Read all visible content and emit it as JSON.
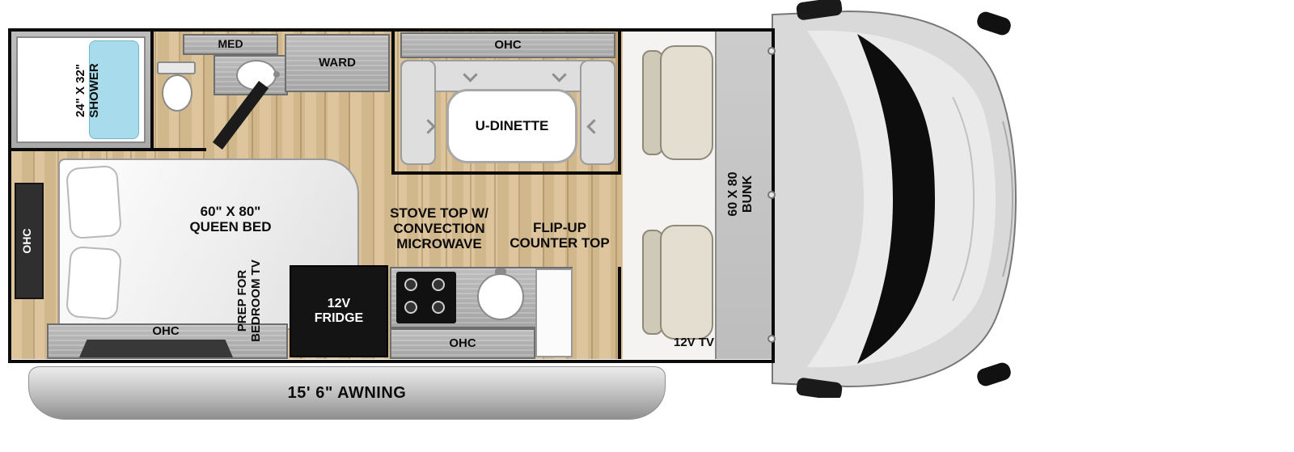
{
  "diagram": {
    "type": "rv-floorplan-top-view"
  },
  "labels": {
    "shower": "24\" X 32\"\nSHOWER",
    "med": "MED",
    "ward": "WARD",
    "dinette_ohc": "OHC",
    "u_dinette": "U-DINETTE",
    "queen_bed": "60\" X 80\"\nQUEEN BED",
    "bed_ohc_left": "OHC",
    "bed_ohc_bottom": "OHC",
    "prep_tv": "PREP FOR\nBEDROOM TV",
    "stove": "STOVE TOP W/\nCONVECTION\nMICROWAVE",
    "flip_up_counter": "FLIP-UP\nCOUNTER TOP",
    "fridge": "12V\nFRIDGE",
    "kitchen_ohc": "OHC",
    "bunk": "60 X 80\nBUNK",
    "tv": "12V TV",
    "awning": "15' 6\" AWNING"
  },
  "colors": {
    "floor_wood": "#d9be92",
    "cabinet_gray": "#b0b0b0",
    "shower_blue": "#a8dcec",
    "wall_black": "#0b0b0b",
    "awning_gray": "#c2c2c2",
    "fridge_black": "#141414"
  }
}
